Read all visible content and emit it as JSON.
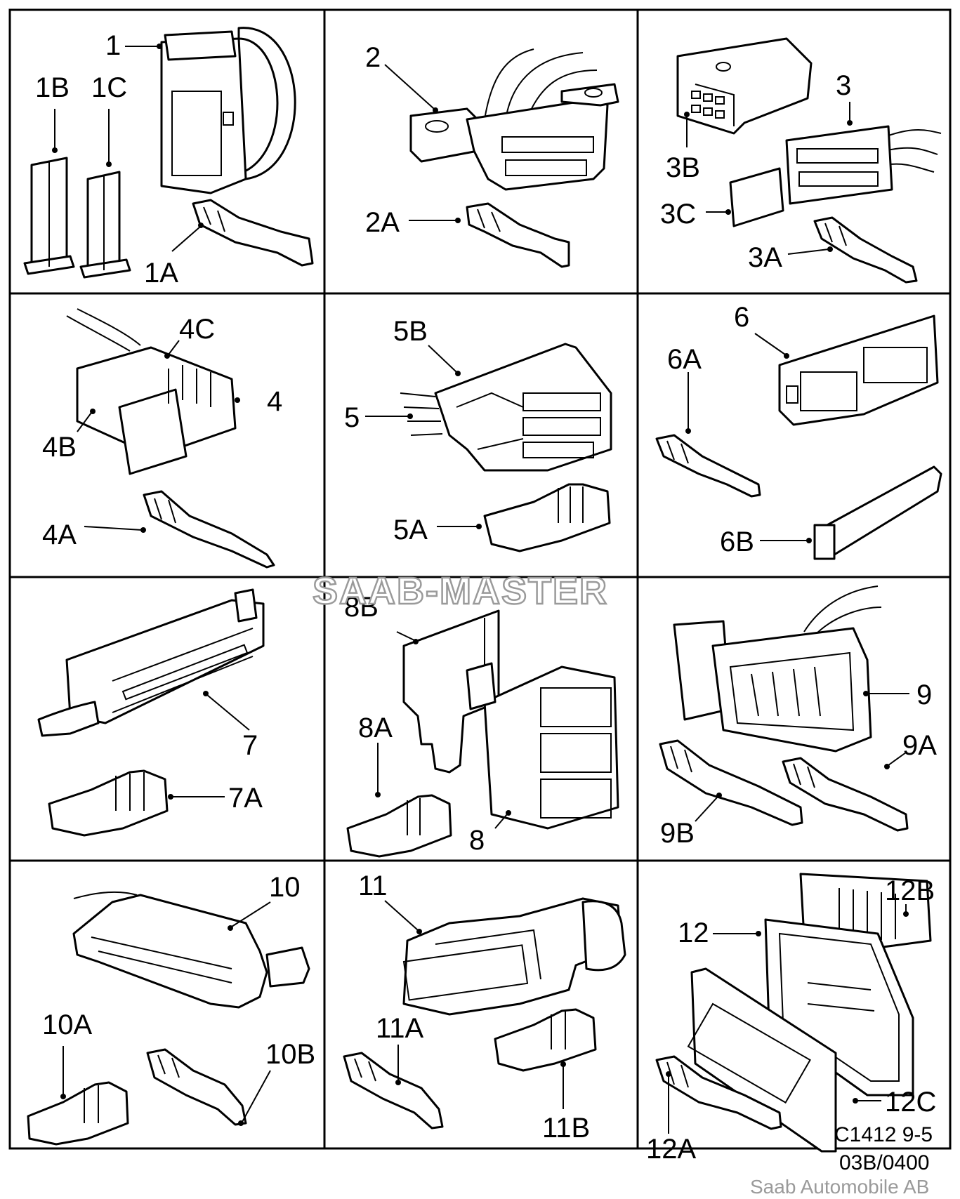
{
  "cells": [
    {
      "labels": [
        "1",
        "1B",
        "1C",
        "1A"
      ]
    },
    {
      "labels": [
        "2",
        "2A"
      ]
    },
    {
      "labels": [
        "3",
        "3B",
        "3C",
        "3A"
      ]
    },
    {
      "labels": [
        "4C",
        "4",
        "4B",
        "4A"
      ]
    },
    {
      "labels": [
        "5B",
        "5",
        "5A"
      ]
    },
    {
      "labels": [
        "6",
        "6A",
        "6B"
      ]
    },
    {
      "labels": [
        "7",
        "7A"
      ]
    },
    {
      "labels": [
        "8B",
        "8A",
        "8"
      ]
    },
    {
      "labels": [
        "9",
        "9A",
        "9B"
      ]
    },
    {
      "labels": [
        "10",
        "10A",
        "10B"
      ]
    },
    {
      "labels": [
        "11",
        "11A",
        "11B"
      ]
    },
    {
      "labels": [
        "12B",
        "12",
        "12C",
        "12A"
      ]
    }
  ],
  "watermark": "SAAB-MASTER",
  "figure_code": "C1412 9-5",
  "revision": "03B/0400",
  "company": "Saab Automobile AB"
}
